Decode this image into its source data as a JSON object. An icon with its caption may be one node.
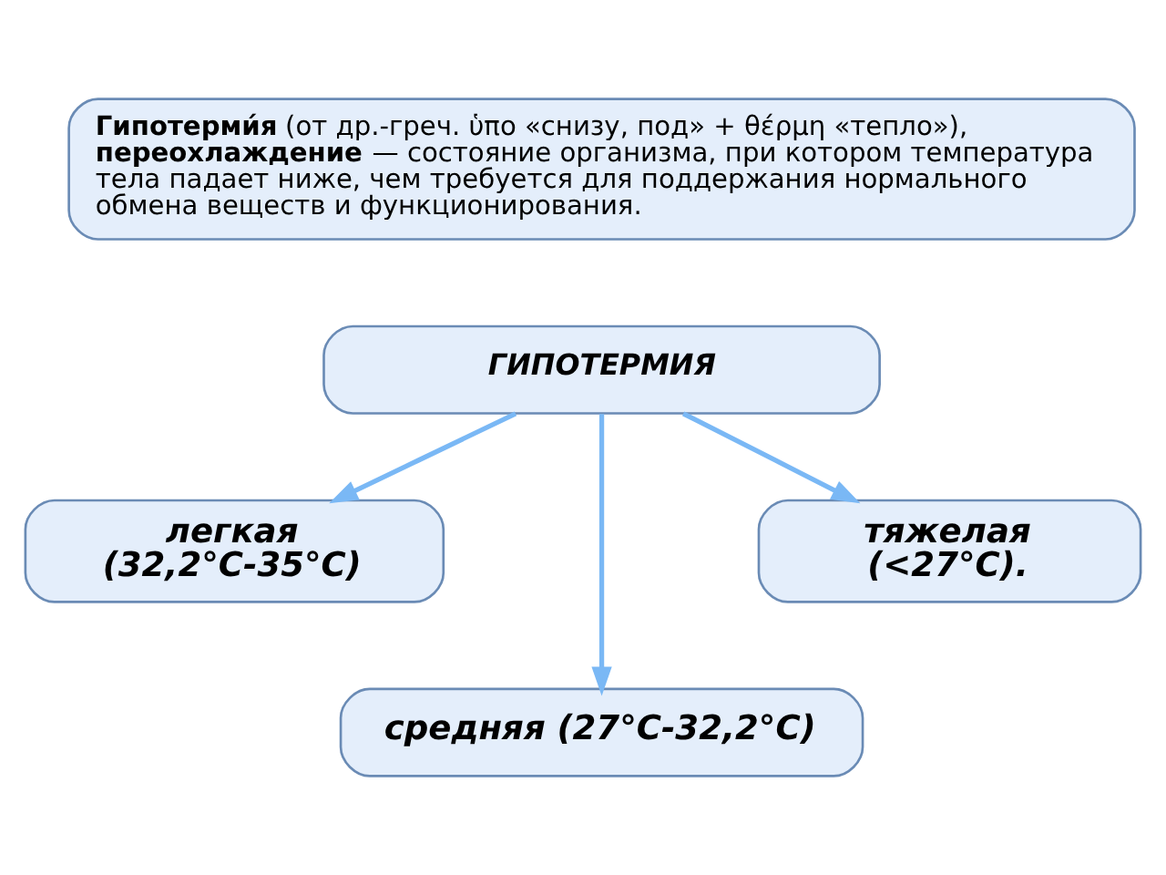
{
  "diagram": {
    "nodes": [
      {
        "text": [
          "**Гипотерми́я** (от др.-греч. ὑπο «снизу, под» + θέρμη «тепло»), **переохлаждение** — состояние организма, при котором температура тела падает ниже, чем требуется для поддержания нормального обмена веществ и функционирования."
        ]
      },
      {
        "text": [
          "ГИПОТЕРМИЯ"
        ]
      },
      {
        "text": [
          "легкая (32,2°C-35°C)"
        ]
      },
      {
        "text": [
          "тяжелая (<27°C)."
        ]
      },
      {
        "text": [
          "средняя (27°C-32,2°C)"
        ]
      }
    ],
    "edges": [
      {
        "from": 1,
        "to": 2,
        "arrow": "to"
      },
      {
        "from": 1,
        "to": 4,
        "arrow": "to"
      },
      {
        "from": 1,
        "to": 3,
        "arrow": "to"
      }
    ]
  }
}
